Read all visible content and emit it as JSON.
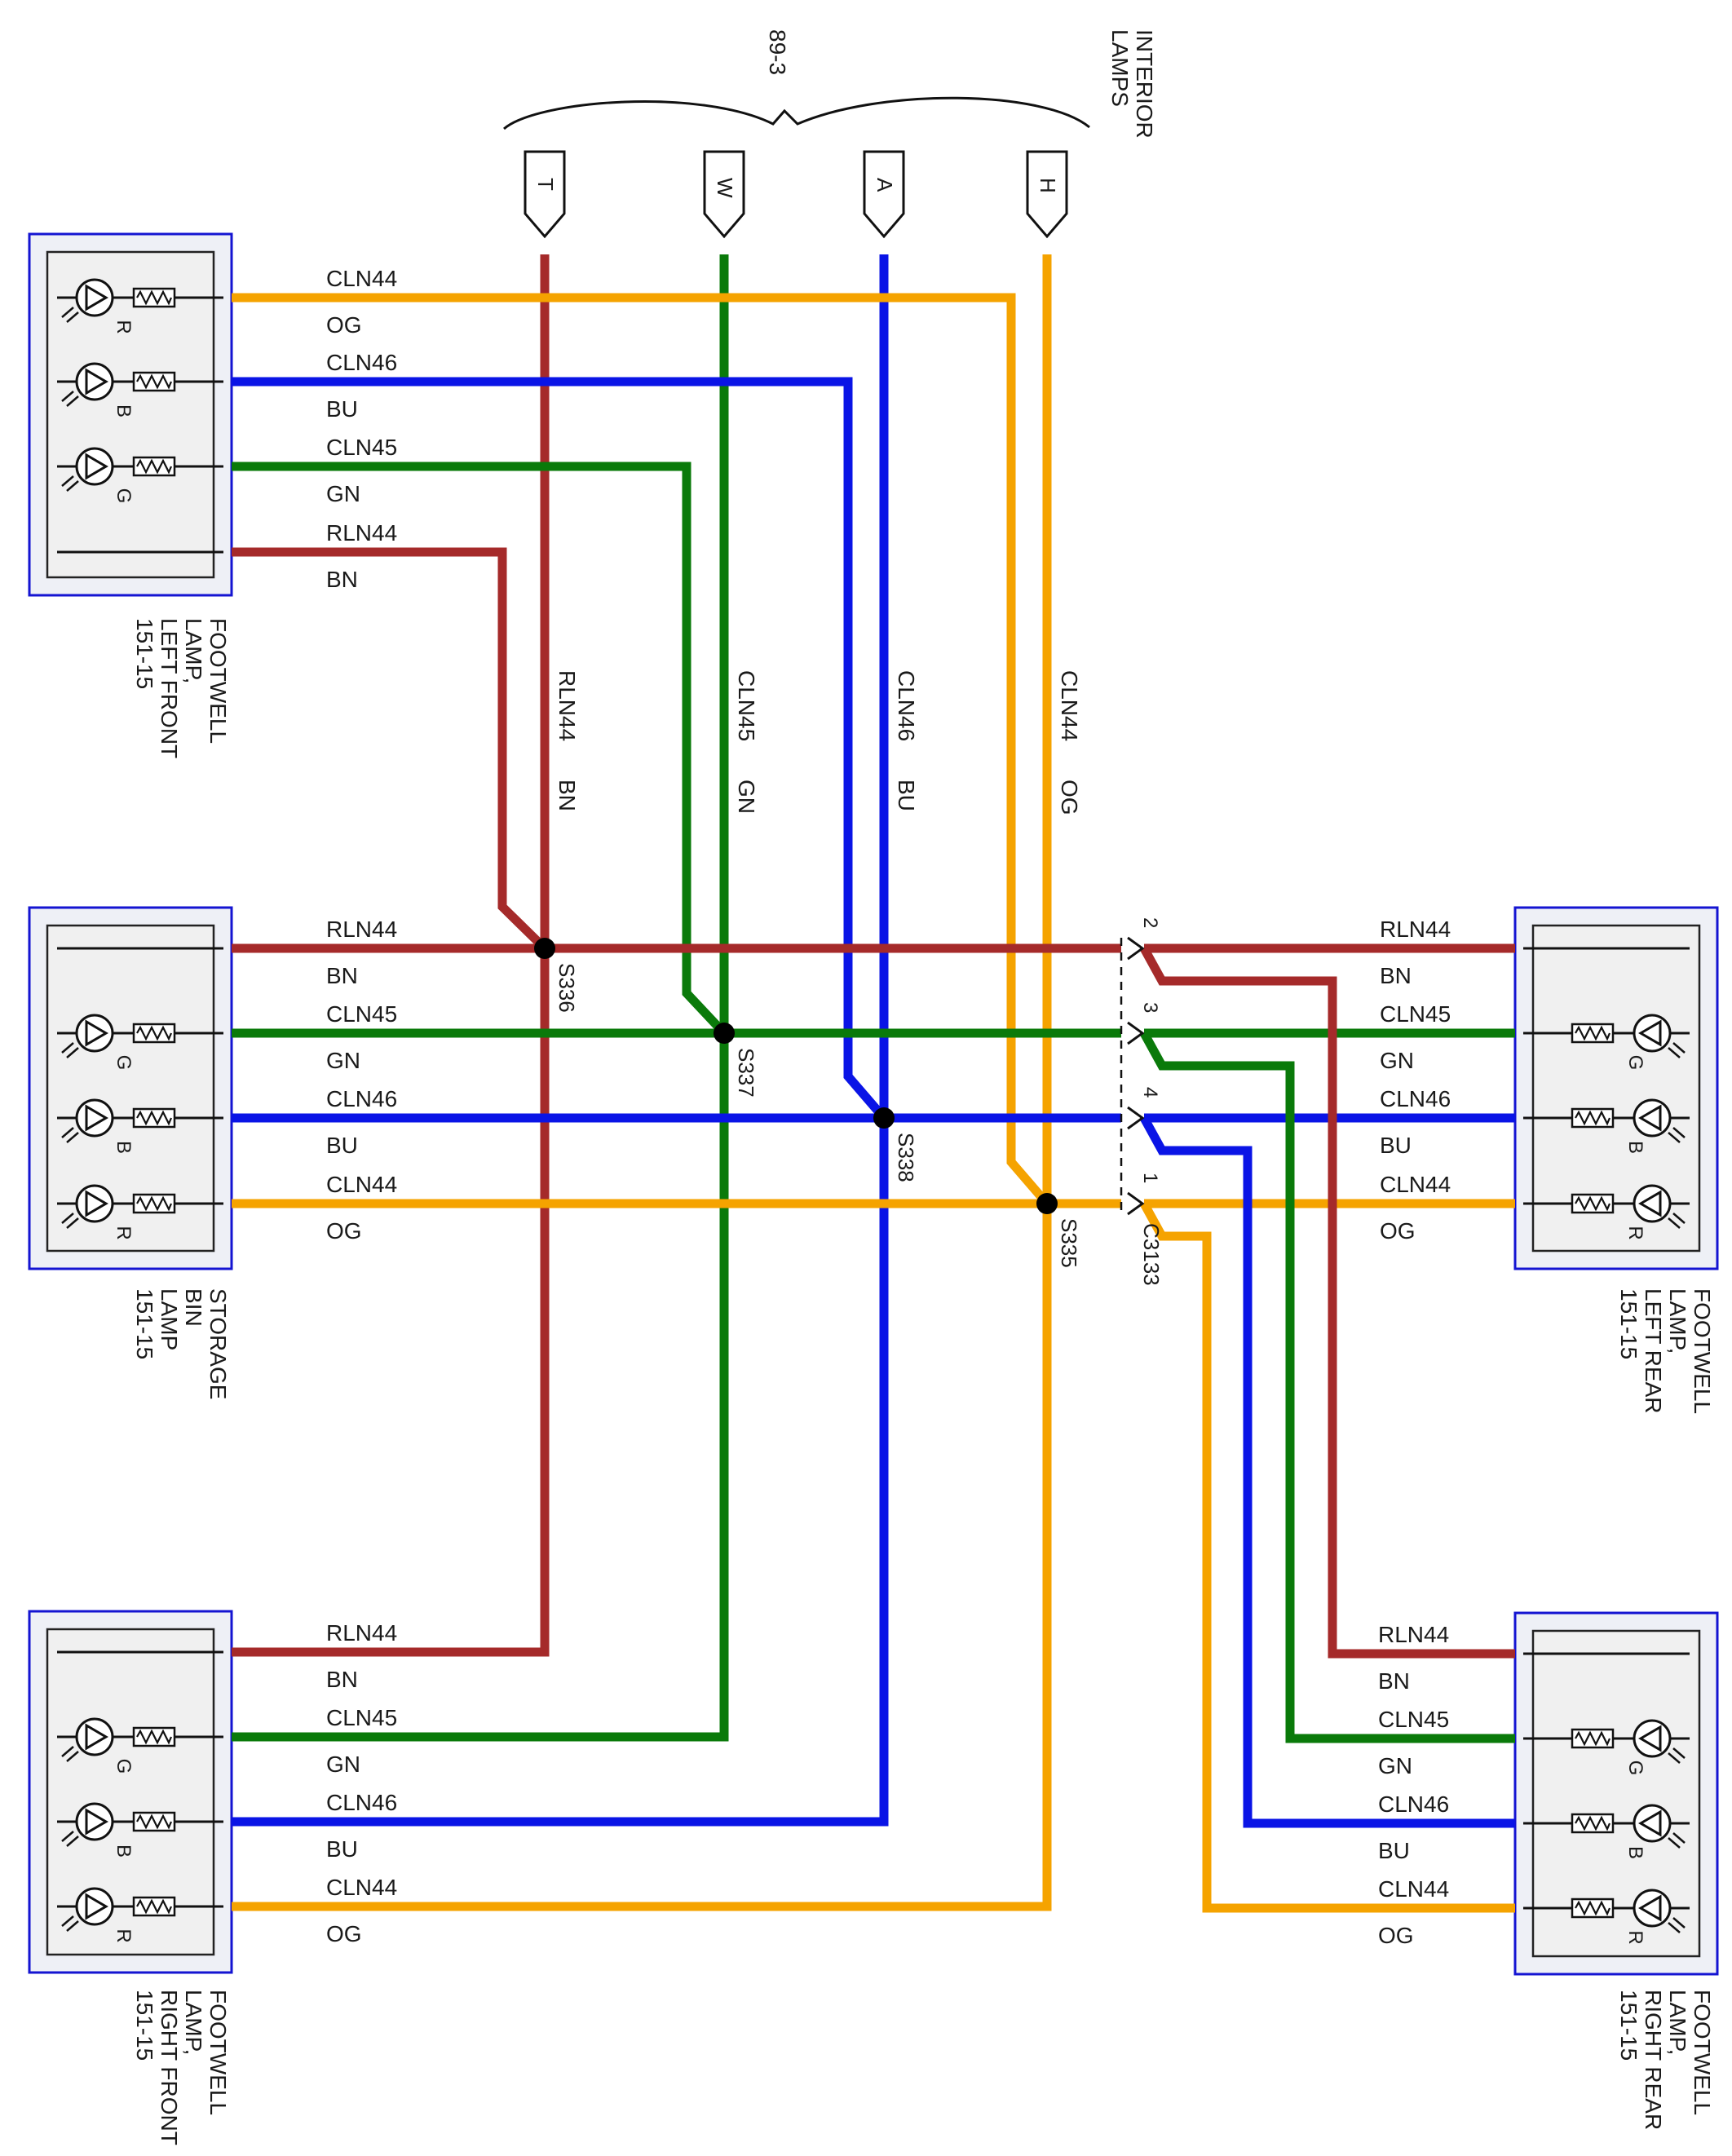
{
  "colors": {
    "RLN44": "#a52a2a",
    "CLN45": "#0a7a0a",
    "CLN46": "#0a14e6",
    "CLN44": "#f5a300",
    "box_outer": "#1414d2",
    "box_fill": "#eef0f6",
    "box_inner": "#f0f0f0"
  },
  "header": {
    "group_label": "89-3",
    "interior_label_1": "INTERIOR",
    "interior_label_2": "LAMPS",
    "connectors": [
      "T",
      "W",
      "A",
      "H"
    ]
  },
  "components": {
    "footwell_left_front": {
      "title": [
        "FOOTWELL",
        "LAMP,",
        "LEFT FRONT",
        "151-15"
      ],
      "lamps": [
        "R",
        "B",
        "G"
      ],
      "wires": [
        {
          "circuit": "CLN44",
          "color": "OG"
        },
        {
          "circuit": "CLN46",
          "color": "BU"
        },
        {
          "circuit": "CLN45",
          "color": "GN"
        },
        {
          "circuit": "RLN44",
          "color": "BN"
        }
      ]
    },
    "storage_bin_lamp": {
      "title": [
        "STORAGE",
        "BIN",
        "LAMP",
        "151-15"
      ],
      "lamps": [
        "G",
        "B",
        "R"
      ],
      "wires": [
        {
          "circuit": "RLN44",
          "color": "BN"
        },
        {
          "circuit": "CLN45",
          "color": "GN"
        },
        {
          "circuit": "CLN46",
          "color": "BU"
        },
        {
          "circuit": "CLN44",
          "color": "OG"
        }
      ]
    },
    "footwell_right_front": {
      "title": [
        "FOOTWELL",
        "LAMP,",
        "RIGHT FRONT",
        "151-15"
      ],
      "lamps": [
        "G",
        "B",
        "R"
      ],
      "wires": [
        {
          "circuit": "RLN44",
          "color": "BN"
        },
        {
          "circuit": "CLN45",
          "color": "GN"
        },
        {
          "circuit": "CLN46",
          "color": "BU"
        },
        {
          "circuit": "CLN44",
          "color": "OG"
        }
      ]
    },
    "footwell_left_rear": {
      "title": [
        "FOOTWELL",
        "LAMP,",
        "LEFT REAR",
        "151-15"
      ],
      "lamps": [
        "G",
        "B",
        "R"
      ],
      "wires": [
        {
          "circuit": "RLN44",
          "color": "BN"
        },
        {
          "circuit": "CLN45",
          "color": "GN"
        },
        {
          "circuit": "CLN46",
          "color": "BU"
        },
        {
          "circuit": "CLN44",
          "color": "OG"
        }
      ]
    },
    "footwell_right_rear": {
      "title": [
        "FOOTWELL",
        "LAMP,",
        "RIGHT REAR",
        "151-15"
      ],
      "lamps": [
        "G",
        "B",
        "R"
      ],
      "wires": [
        {
          "circuit": "RLN44",
          "color": "BN"
        },
        {
          "circuit": "CLN45",
          "color": "GN"
        },
        {
          "circuit": "CLN46",
          "color": "BU"
        },
        {
          "circuit": "CLN44",
          "color": "OG"
        }
      ]
    }
  },
  "vertical_labels": [
    {
      "circuit": "RLN44",
      "color": "BN"
    },
    {
      "circuit": "CLN45",
      "color": "GN"
    },
    {
      "circuit": "CLN46",
      "color": "BU"
    },
    {
      "circuit": "CLN44",
      "color": "OG"
    }
  ],
  "splices": [
    "S336",
    "S337",
    "S338",
    "S335"
  ],
  "inline_connector": {
    "name": "C3133",
    "pins": [
      "2",
      "3",
      "4",
      "1"
    ]
  }
}
